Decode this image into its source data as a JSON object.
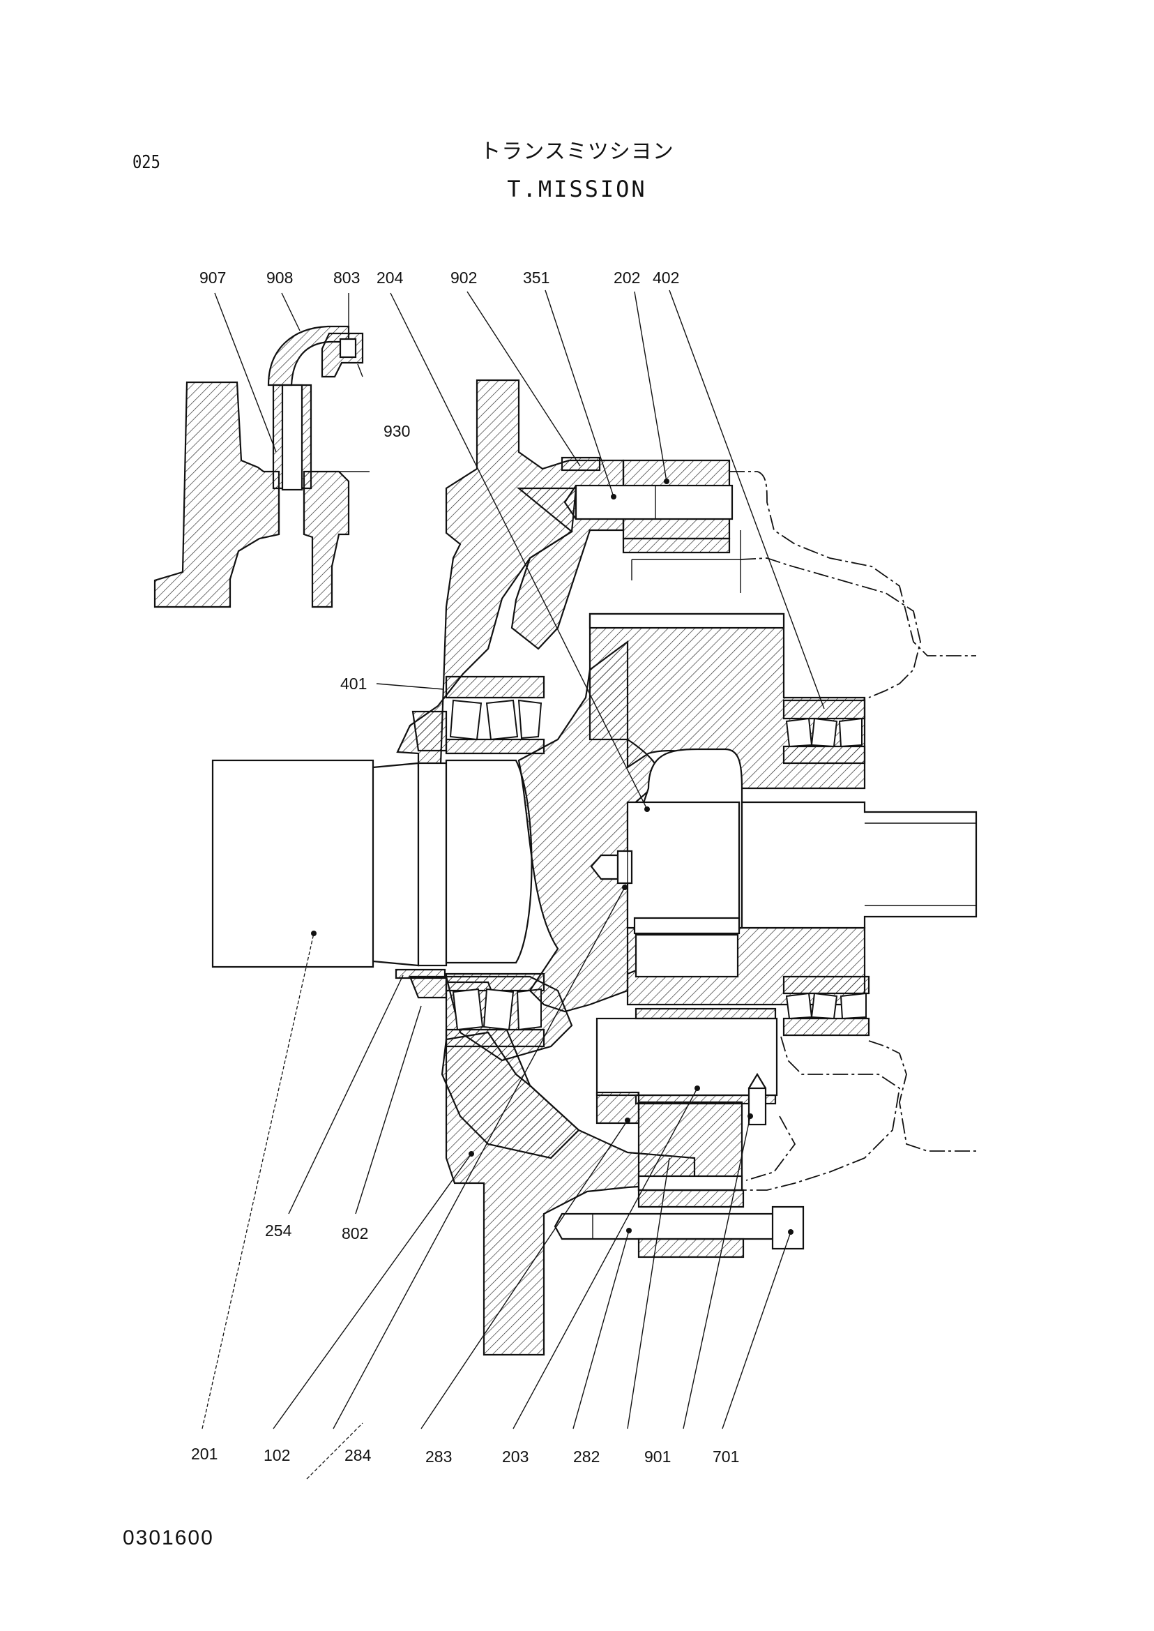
{
  "header": {
    "page_number": "025",
    "title_jp": "トランスミツシヨン",
    "title_en": "T.MISSION"
  },
  "footer": {
    "document_code": "0301600"
  },
  "diagram": {
    "subject": "T.MISSION",
    "part_labels": {
      "top": [
        "907",
        "908",
        "803",
        "204",
        "902",
        "351",
        "202",
        "402",
        "930"
      ],
      "side": [
        "401",
        "254",
        "802"
      ],
      "bottom": [
        "201",
        "102",
        "284",
        "283",
        "203",
        "282",
        "901",
        "701"
      ]
    }
  }
}
